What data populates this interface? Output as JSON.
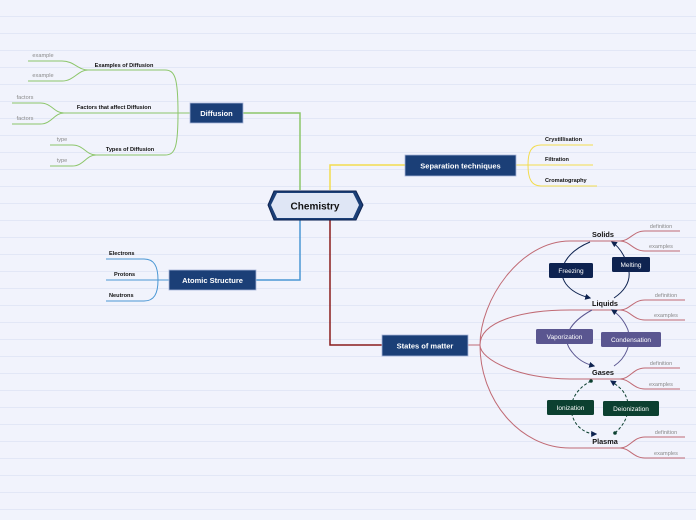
{
  "central": "Chemistry",
  "diffusion": {
    "label": "Diffusion",
    "examples": {
      "label": "Examples of Diffusion",
      "items": [
        "example",
        "example"
      ]
    },
    "factors": {
      "label": "Factors that affect Diffusion",
      "items": [
        "factors",
        "factors"
      ]
    },
    "types": {
      "label": "Types of Diffusion",
      "items": [
        "type",
        "type"
      ]
    }
  },
  "separation": {
    "label": "Separation techniques",
    "items": [
      "Crystillisation",
      "Filtration",
      "Cromatography"
    ]
  },
  "atomic": {
    "label": "Atomic Structure",
    "items": [
      "Electrons",
      "Protons",
      "Neutrons"
    ]
  },
  "states": {
    "label": "States of matter",
    "phases": [
      {
        "name": "Solids",
        "details": [
          "definition",
          "examples"
        ]
      },
      {
        "name": "Liquids",
        "details": [
          "definition",
          "examples"
        ]
      },
      {
        "name": "Gases",
        "details": [
          "definition",
          "examples"
        ]
      },
      {
        "name": "Plasma",
        "details": [
          "definition",
          "examples"
        ]
      }
    ],
    "transitions": {
      "freezing": "Freezing",
      "melting": "Melting",
      "vaporization": "Vaporization",
      "condensation": "Condensation",
      "ionization": "Ionization",
      "deionization": "Deionization"
    }
  },
  "colors": {
    "background": "#f1f3fc",
    "node_fill": "#1b3f77",
    "diffusion_branch": "#8cc66a",
    "separation_branch": "#f3dc4e",
    "atomic_branch": "#4a97d4",
    "states_branch": "#8b1c1c",
    "states_curves": "#c06a74",
    "transition_dark": "#0e2350",
    "transition_purple": "#5a5690",
    "transition_green": "#0c4030"
  }
}
